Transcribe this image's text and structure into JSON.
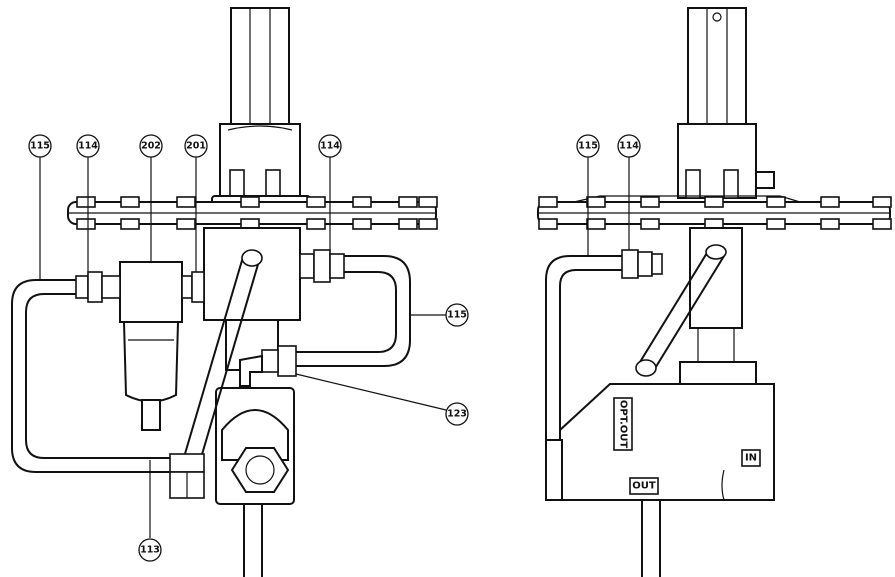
{
  "views": {
    "left": {
      "callouts": {
        "c115_top": "115",
        "c114_a": "114",
        "c202": "202",
        "c201": "201",
        "c114_b": "114",
        "c115_right": "115",
        "c123": "123",
        "c113": "113"
      }
    },
    "right": {
      "callouts": {
        "c115": "115",
        "c114": "114"
      },
      "port_labels": {
        "opt_out": "OPT.OUT",
        "port_in": "IN",
        "port_out": "OUT"
      }
    }
  }
}
